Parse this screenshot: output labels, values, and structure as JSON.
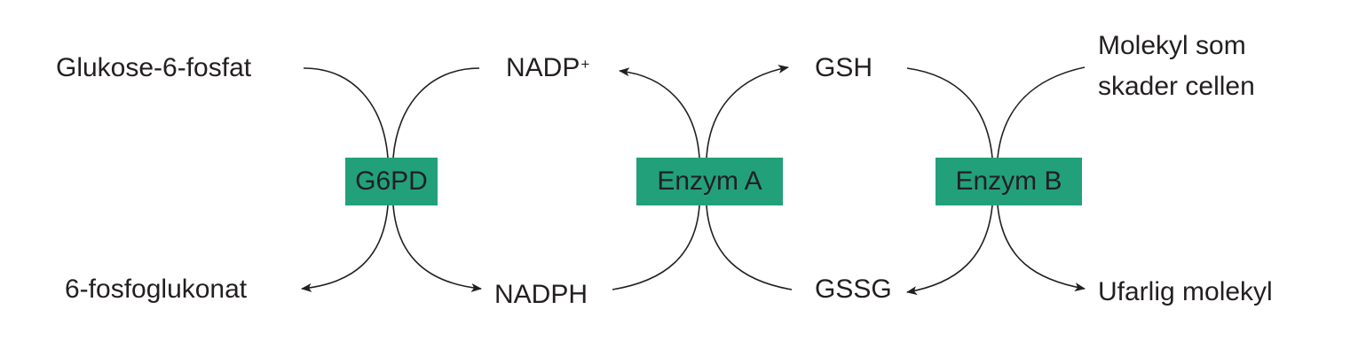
{
  "colors": {
    "enzyme_fill": "#22a07a",
    "line": "#231f20",
    "text": "#231f20"
  },
  "labels": {
    "glucose6p": "Glukose-6-fosfat",
    "phosphogluconate": "6-fosfoglukonat",
    "nadp_base": "NADP",
    "nadp_charge": "+",
    "nadph": "NADPH",
    "gsh": "GSH",
    "gssg": "GSSG",
    "harmful_line1": "Molekyl som",
    "harmful_line2": "skader cellen",
    "harmless": "Ufarlig molekyl"
  },
  "enzymes": {
    "g6pd": "G6PD",
    "enzyme_a": "Enzym A",
    "enzyme_b": "Enzym B"
  }
}
